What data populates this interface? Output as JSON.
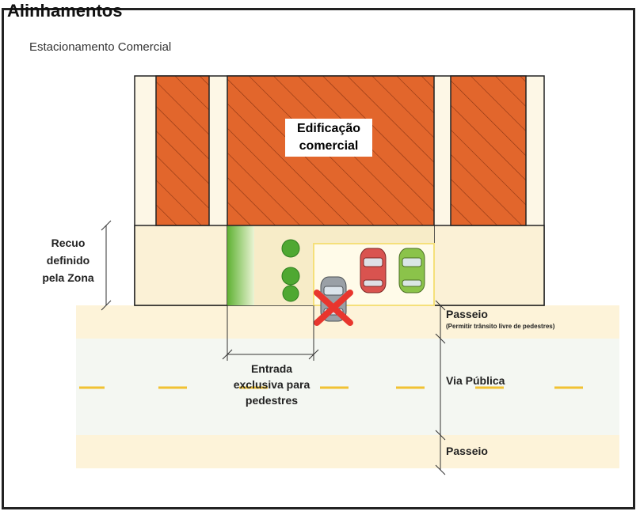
{
  "header_title_partial": "Alinhamentos",
  "diagram_title": "Estacionamento Comercial",
  "building_label_line1": "Edificação",
  "building_label_line2": "comercial",
  "setback_label_lines": [
    "Recuo",
    "definido",
    "pela Zona"
  ],
  "sidewalk_top_label": "Passeio",
  "sidewalk_top_note": "(Permitir trânsito livre de pedestres)",
  "road_label": "Via Pública",
  "sidewalk_bottom_label": "Passeio",
  "pedestrian_label_lines": [
    "Entrada",
    "exclusiva para",
    "pedestres"
  ],
  "colors": {
    "building": "#e2662c",
    "lot": "#fbf1d6",
    "sidewalk": "#fdf3d9",
    "road": "#f4f7f2",
    "road_marking": "#f1c232",
    "green_strip": "#7dc242",
    "tree": "#4fa832",
    "forbidden_mark": "#e8362e",
    "car_red": "#d9534f",
    "car_green": "#8bc34a",
    "car_gray": "#9aa0a6"
  }
}
